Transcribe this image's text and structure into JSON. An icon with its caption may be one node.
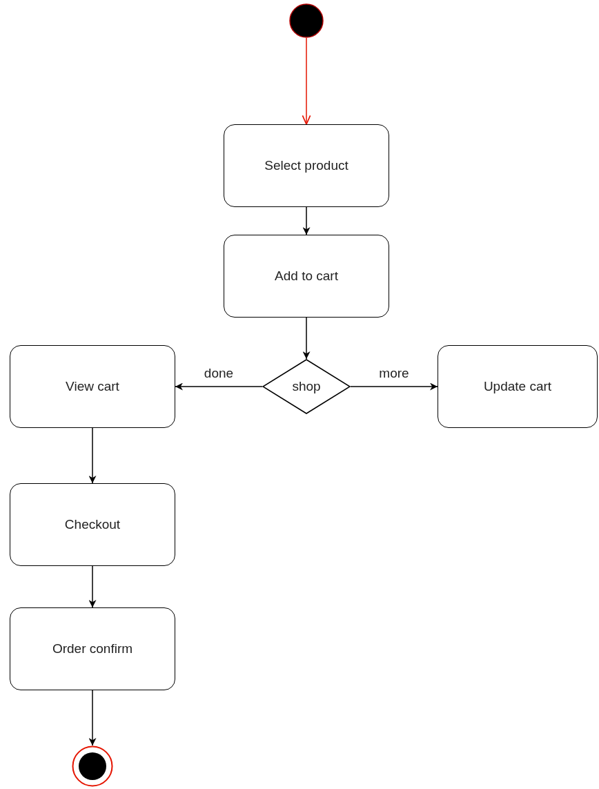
{
  "diagram": {
    "nodes": [
      {
        "text": [],
        "shape": "circle"
      },
      {
        "text": [
          "Select product"
        ]
      },
      {
        "text": [
          "Add to cart"
        ]
      },
      {
        "text": [
          "shop"
        ]
      },
      {
        "text": [
          "View cart"
        ]
      },
      {
        "text": [
          "Update cart"
        ]
      },
      {
        "text": [
          "Checkout"
        ]
      },
      {
        "text": [
          "Order confirm"
        ]
      },
      {
        "text": [],
        "shape": "bullseye"
      }
    ],
    "edges": [
      {
        "from": 0,
        "to": 1,
        "arrow": "to",
        "color": "#e51400"
      },
      {
        "from": 1,
        "to": 2,
        "arrow": "to"
      },
      {
        "from": 2,
        "to": 3,
        "arrow": "to"
      },
      {
        "from": 3,
        "to": 4,
        "arrow": "to",
        "label": "done"
      },
      {
        "from": 3,
        "to": 5,
        "arrow": "to",
        "label": "more"
      },
      {
        "from": 4,
        "to": 6,
        "arrow": "to"
      },
      {
        "from": 6,
        "to": 7,
        "arrow": "to"
      },
      {
        "from": 7,
        "to": 8,
        "arrow": "to"
      }
    ]
  }
}
